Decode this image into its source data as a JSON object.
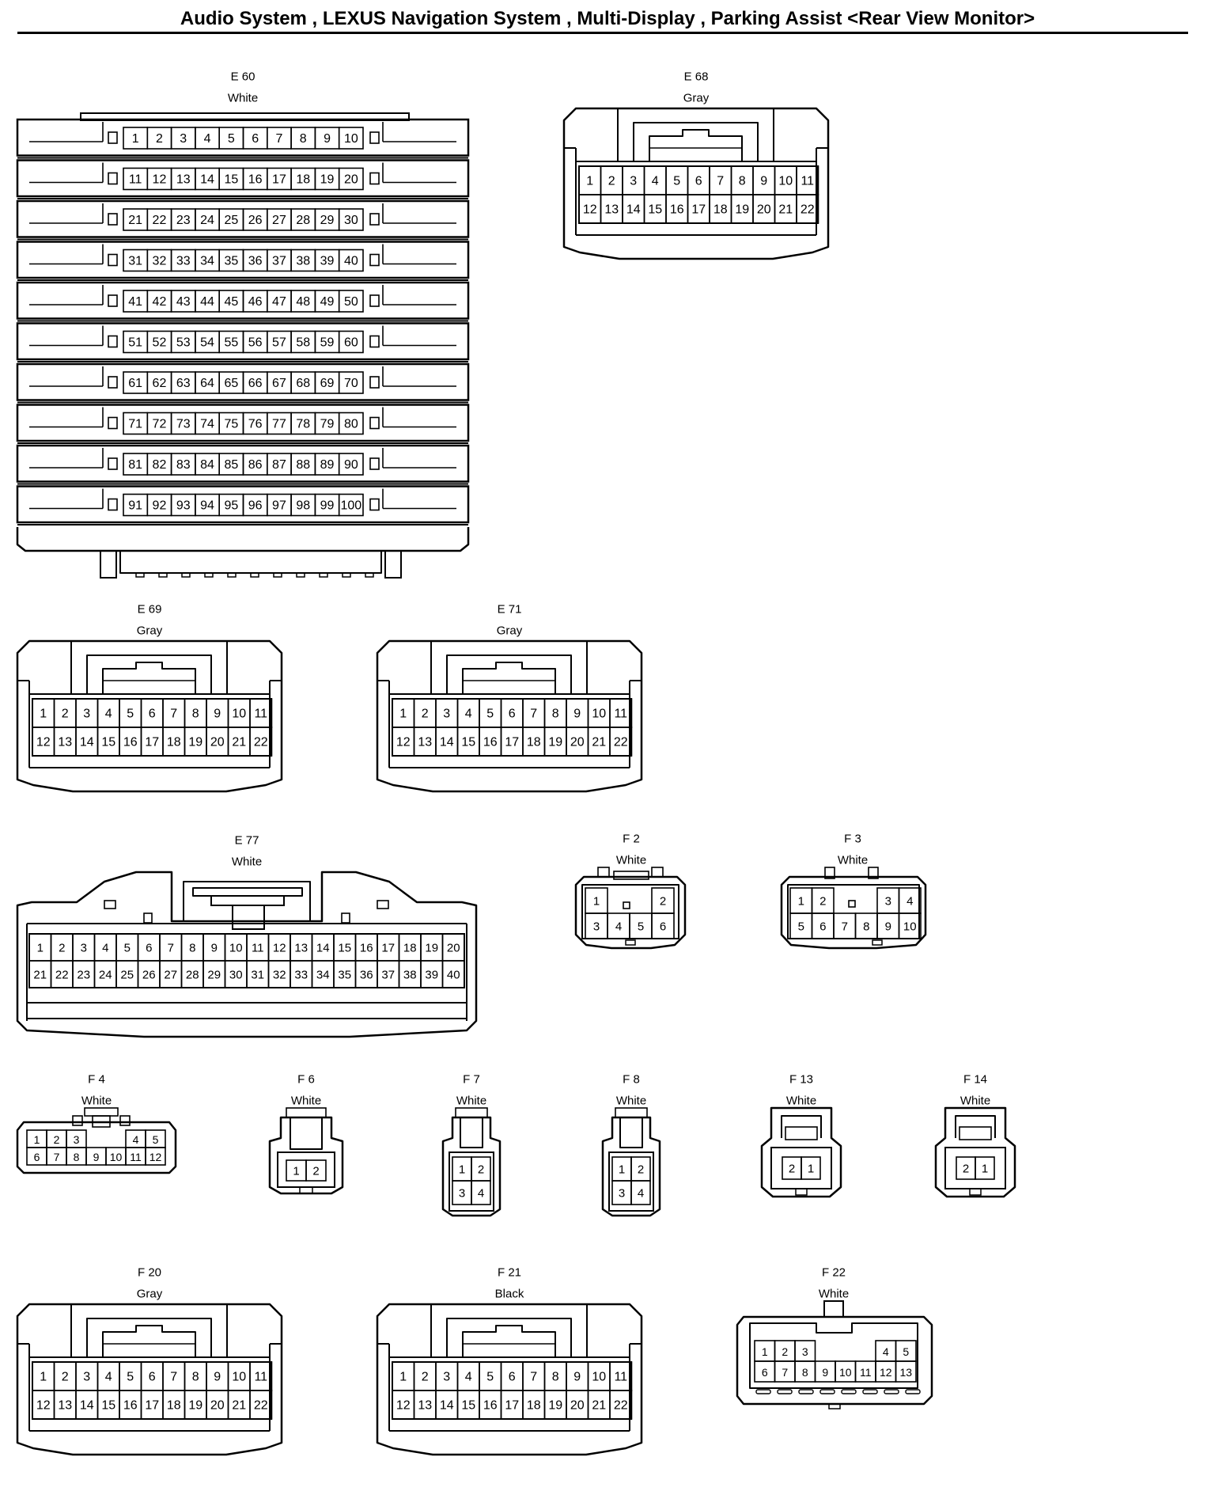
{
  "header": {
    "title": "Audio System , LEXUS Navigation System , Multi-Display , Parking Assist <Rear View Monitor>"
  },
  "connectors": [
    {
      "id": "E 60",
      "color": "White",
      "style": "stack",
      "pins": [
        [
          1,
          2,
          3,
          4,
          5,
          6,
          7,
          8,
          9,
          10
        ],
        [
          11,
          12,
          13,
          14,
          15,
          16,
          17,
          18,
          19,
          20
        ],
        [
          21,
          22,
          23,
          24,
          25,
          26,
          27,
          28,
          29,
          30
        ],
        [
          31,
          32,
          33,
          34,
          35,
          36,
          37,
          38,
          39,
          40
        ],
        [
          41,
          42,
          43,
          44,
          45,
          46,
          47,
          48,
          49,
          50
        ],
        [
          51,
          52,
          53,
          54,
          55,
          56,
          57,
          58,
          59,
          60
        ],
        [
          61,
          62,
          63,
          64,
          65,
          66,
          67,
          68,
          69,
          70
        ],
        [
          71,
          72,
          73,
          74,
          75,
          76,
          77,
          78,
          79,
          80
        ],
        [
          81,
          82,
          83,
          84,
          85,
          86,
          87,
          88,
          89,
          90
        ],
        [
          91,
          92,
          93,
          94,
          95,
          96,
          97,
          98,
          99,
          100
        ]
      ]
    },
    {
      "id": "E 68",
      "color": "Gray",
      "style": "latch22",
      "pins": [
        [
          1,
          2,
          3,
          4,
          5,
          6,
          7,
          8,
          9,
          10,
          11
        ],
        [
          12,
          13,
          14,
          15,
          16,
          17,
          18,
          19,
          20,
          21,
          22
        ]
      ]
    },
    {
      "id": "E 69",
      "color": "Gray",
      "style": "latch22",
      "pins": [
        [
          1,
          2,
          3,
          4,
          5,
          6,
          7,
          8,
          9,
          10,
          11
        ],
        [
          12,
          13,
          14,
          15,
          16,
          17,
          18,
          19,
          20,
          21,
          22
        ]
      ]
    },
    {
      "id": "E 71",
      "color": "Gray",
      "style": "latch22",
      "pins": [
        [
          1,
          2,
          3,
          4,
          5,
          6,
          7,
          8,
          9,
          10,
          11
        ],
        [
          12,
          13,
          14,
          15,
          16,
          17,
          18,
          19,
          20,
          21,
          22
        ]
      ]
    },
    {
      "id": "E 77",
      "color": "White",
      "style": "wide40",
      "pins": [
        [
          1,
          2,
          3,
          4,
          5,
          6,
          7,
          8,
          9,
          10,
          11,
          12,
          13,
          14,
          15,
          16,
          17,
          18,
          19,
          20
        ],
        [
          21,
          22,
          23,
          24,
          25,
          26,
          27,
          28,
          29,
          30,
          31,
          32,
          33,
          34,
          35,
          36,
          37,
          38,
          39,
          40
        ]
      ]
    },
    {
      "id": "F 2",
      "color": "White",
      "style": "f2",
      "pins": [
        [
          1,
          "",
          "",
          2
        ],
        [
          3,
          4,
          5,
          6
        ]
      ]
    },
    {
      "id": "F 3",
      "color": "White",
      "style": "f3",
      "pins": [
        [
          1,
          2,
          "",
          "",
          3,
          4
        ],
        [
          5,
          6,
          7,
          8,
          9,
          10
        ]
      ]
    },
    {
      "id": "F 4",
      "color": "White",
      "style": "f4",
      "pins": [
        [
          1,
          2,
          3,
          "",
          "",
          4,
          5
        ],
        [
          6,
          7,
          8,
          9,
          10,
          11,
          12
        ]
      ]
    },
    {
      "id": "F 6",
      "color": "White",
      "style": "f6",
      "pins": [
        [
          1,
          2
        ]
      ]
    },
    {
      "id": "F 7",
      "color": "White",
      "style": "f7",
      "pins": [
        [
          1,
          2
        ],
        [
          3,
          4
        ]
      ]
    },
    {
      "id": "F 8",
      "color": "White",
      "style": "f7",
      "pins": [
        [
          1,
          2
        ],
        [
          3,
          4
        ]
      ]
    },
    {
      "id": "F 13",
      "color": "White",
      "style": "f13",
      "pins": [
        [
          2,
          1
        ]
      ]
    },
    {
      "id": "F 14",
      "color": "White",
      "style": "f13",
      "pins": [
        [
          2,
          1
        ]
      ]
    },
    {
      "id": "F 20",
      "color": "Gray",
      "style": "latch22",
      "pins": [
        [
          1,
          2,
          3,
          4,
          5,
          6,
          7,
          8,
          9,
          10,
          11
        ],
        [
          12,
          13,
          14,
          15,
          16,
          17,
          18,
          19,
          20,
          21,
          22
        ]
      ]
    },
    {
      "id": "F 21",
      "color": "Black",
      "style": "latch22",
      "pins": [
        [
          1,
          2,
          3,
          4,
          5,
          6,
          7,
          8,
          9,
          10,
          11
        ],
        [
          12,
          13,
          14,
          15,
          16,
          17,
          18,
          19,
          20,
          21,
          22
        ]
      ]
    },
    {
      "id": "F 22",
      "color": "White",
      "style": "f22",
      "pins": [
        [
          1,
          2,
          3,
          "",
          "",
          "",
          4,
          5
        ],
        [
          6,
          7,
          8,
          9,
          10,
          11,
          12,
          13
        ]
      ]
    }
  ]
}
